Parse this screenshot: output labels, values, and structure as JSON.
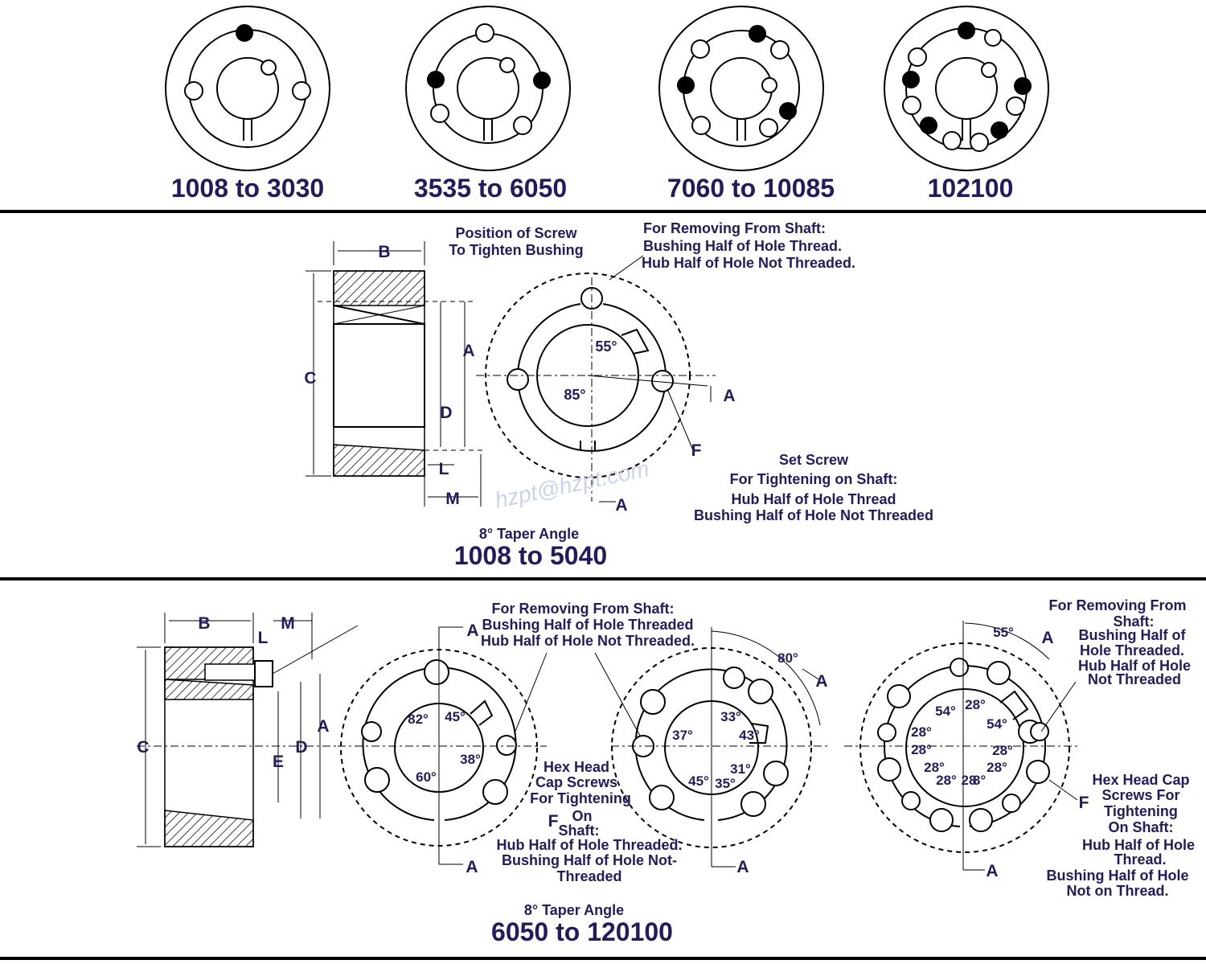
{
  "top_row": {
    "captions": [
      "1008 to 3030",
      "3535 to 6050",
      "7060 to 10085",
      "102100"
    ]
  },
  "mid_section": {
    "dims": {
      "B": "B",
      "C": "C",
      "A": "A",
      "D": "D",
      "L": "L",
      "M": "M"
    },
    "screw_position": [
      "Position of Screw",
      "To Tighten Bushing"
    ],
    "removing": [
      "For Removing From Shaft:",
      "Bushing Half of Hole Thread.",
      "Hub Half of Hole Not Threaded."
    ],
    "set_screw": [
      "Set Screw",
      "For Tightening on Shaft:",
      "Hub Half of Hole Thread",
      "Bushing Half of Hole Not Threaded"
    ],
    "angles": {
      "a55": "55°",
      "a85": "85°"
    },
    "section_marks": {
      "a1": "A",
      "a2": "A",
      "f": "F"
    },
    "watermark": "hzpt@hzpt.com",
    "taper": "8° Taper Angle",
    "range": "1008 to 5040"
  },
  "bottom_section": {
    "dims": {
      "B": "B",
      "M": "M",
      "L": "L",
      "C": "C",
      "E": "E",
      "D": "D",
      "A": "A"
    },
    "removing_center": [
      "For Removing From Shaft:",
      "Bushing Half of Hole Threaded",
      "Hub Half of Hole Not Threaded."
    ],
    "hex_center": [
      "Hex Head",
      "Cap Screws",
      "For Tightening",
      "On",
      "Shaft:",
      "Hub Half of Hole Threaded.",
      "Bushing Half of Hole Not-",
      "Threaded"
    ],
    "removing_right": [
      "For Removing From",
      "Shaft:",
      "Bushing Half of",
      "Hole Threaded.",
      "Hub Half of Hole",
      "Not Threaded"
    ],
    "hex_right": [
      "Hex Head Cap",
      "Screws For",
      "Tightening",
      "On Shaft:",
      "Hub Half of Hole",
      "Thread.",
      "Bushing Half of Hole",
      "Not on Thread."
    ],
    "angles_left": [
      "82°",
      "45°",
      "38°",
      "60°"
    ],
    "angles_mid": [
      "80°",
      "33°",
      "37°",
      "43°",
      "31°",
      "45°",
      "35°"
    ],
    "angles_right": [
      "55°",
      "28°",
      "54°",
      "54°",
      "28°",
      "28°",
      "28°",
      "28°",
      "28°",
      "28°",
      "28",
      "8°"
    ],
    "section_marks": {
      "a_top1": "A",
      "a_top2": "A",
      "a_top3": "A",
      "a_bot1": "A",
      "a_bot2": "A",
      "a_bot3": "A",
      "f1": "F",
      "f2": "F"
    },
    "taper": "8° Taper Angle",
    "range": "6050 to 120100"
  }
}
